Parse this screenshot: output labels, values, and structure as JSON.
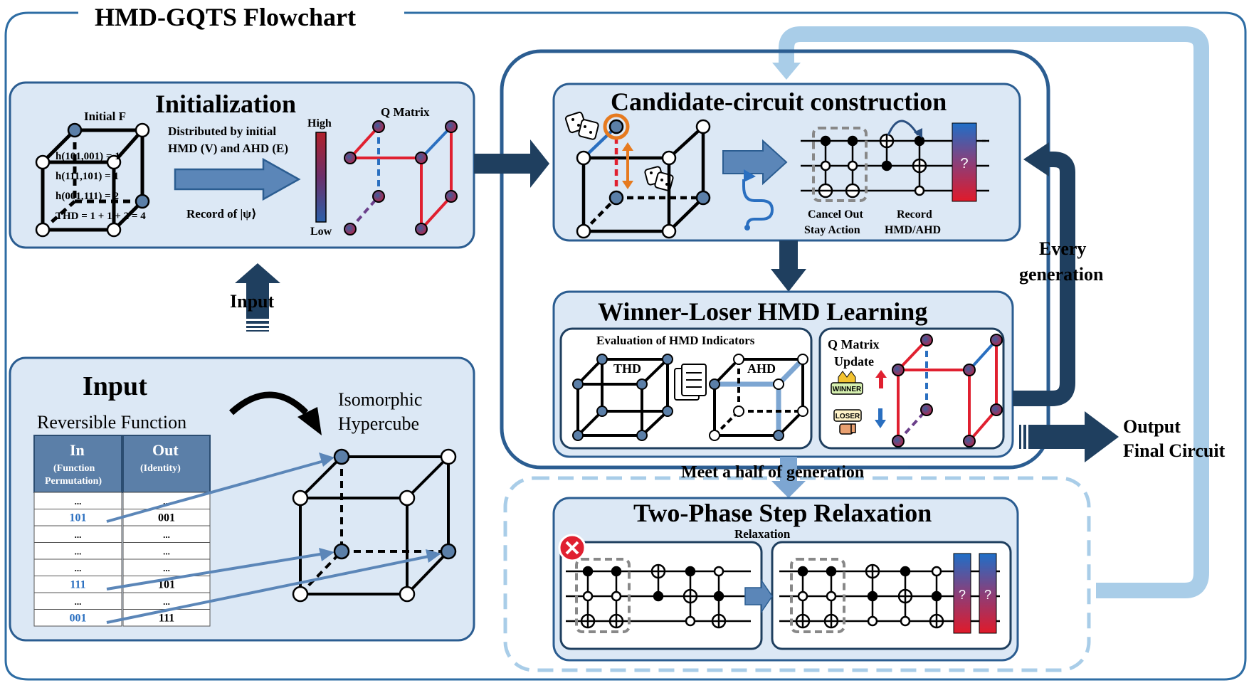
{
  "title": "HMD-GQTS Flowchart",
  "init": {
    "title": "Initialization",
    "initial_f": "Initial F",
    "eq1": "h(101,001) = 1",
    "eq2": "h(111,101) = 1",
    "eq3": "h(001,111) = 2",
    "thd": "THD = 1 + 1 + 2 = 4",
    "dist_line1": "Distributed by initial",
    "dist_line2": "HMD (V) and AHD (E)",
    "record": "Record of |ψ⟩",
    "high": "High",
    "low": "Low",
    "qmatrix": "Q Matrix"
  },
  "input_arrow_label": "Input",
  "input": {
    "title": "Input",
    "subtitle": "Reversible Function",
    "iso_line1": "Isomorphic",
    "iso_line2": "Hypercube",
    "table": {
      "head_in": "In",
      "head_in_sub1": "(Function",
      "head_in_sub2": "Permutation)",
      "head_out": "Out",
      "head_out_sub": "(Identity)",
      "rows": [
        {
          "in": "...",
          "out": "..."
        },
        {
          "in": "101",
          "out": "001"
        },
        {
          "in": "...",
          "out": "..."
        },
        {
          "in": "...",
          "out": "..."
        },
        {
          "in": "...",
          "out": "..."
        },
        {
          "in": "111",
          "out": "101"
        },
        {
          "in": "...",
          "out": "..."
        },
        {
          "in": "001",
          "out": "111"
        }
      ]
    }
  },
  "candidate": {
    "title": "Candidate-circuit construction",
    "cancel1": "Cancel Out",
    "cancel2": "Stay Action",
    "record1": "Record",
    "record2": "HMD/AHD",
    "qmark": "?"
  },
  "winner": {
    "title": "Winner-Loser HMD Learning",
    "eval": "Evaluation of HMD Indicators",
    "thd": "THD",
    "ahd": "AHD",
    "qm1": "Q Matrix",
    "qm2": "Update",
    "winner_badge": "WINNER",
    "loser_badge": "LOSER"
  },
  "every1": "Every",
  "every2": "generation",
  "output1": "Output",
  "output2": "Final Circuit",
  "meet": "Meet a half of generation",
  "relax": {
    "title": "Two-Phase Step Relaxation",
    "sub": "Relaxation",
    "qmark": "?"
  },
  "colors": {
    "frame": "#2e6da4",
    "box_fill": "#dce8f5",
    "box_stroke": "#2b5d91",
    "dark_arrow": "#1f3f5f",
    "light_arrow": "#a9cde8",
    "node_blue": "#5b7fa8",
    "red": "#e02030",
    "blue": "#2a6fc0"
  }
}
